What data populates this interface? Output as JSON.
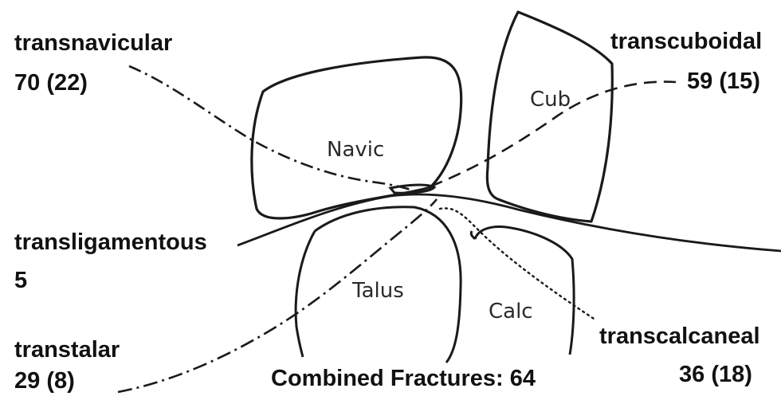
{
  "bones": {
    "navicular": "Navic",
    "cuboid": "Cub",
    "talus": "Talus",
    "calcaneus": "Calc"
  },
  "fracture_lines": {
    "transnavicular": {
      "name": "transnavicular",
      "count": "70 (22)",
      "line_style": "dash-dot"
    },
    "transcuboidal": {
      "name": "transcuboidal",
      "count": "59 (15)",
      "line_style": "dashed"
    },
    "transligamentous": {
      "name": "transligamentous",
      "count": "5",
      "line_style": "solid"
    },
    "transtalar": {
      "name": "transtalar",
      "count": "29 (8)",
      "line_style": "dash-dot"
    },
    "transcalcaneal": {
      "name": "transcalcaneal",
      "count": "36 (18)",
      "line_style": "dotted"
    }
  },
  "footer": {
    "combined": "Combined Fractures: 64"
  },
  "colors": {
    "ink": "#1a1a1a",
    "background": "#ffffff"
  }
}
